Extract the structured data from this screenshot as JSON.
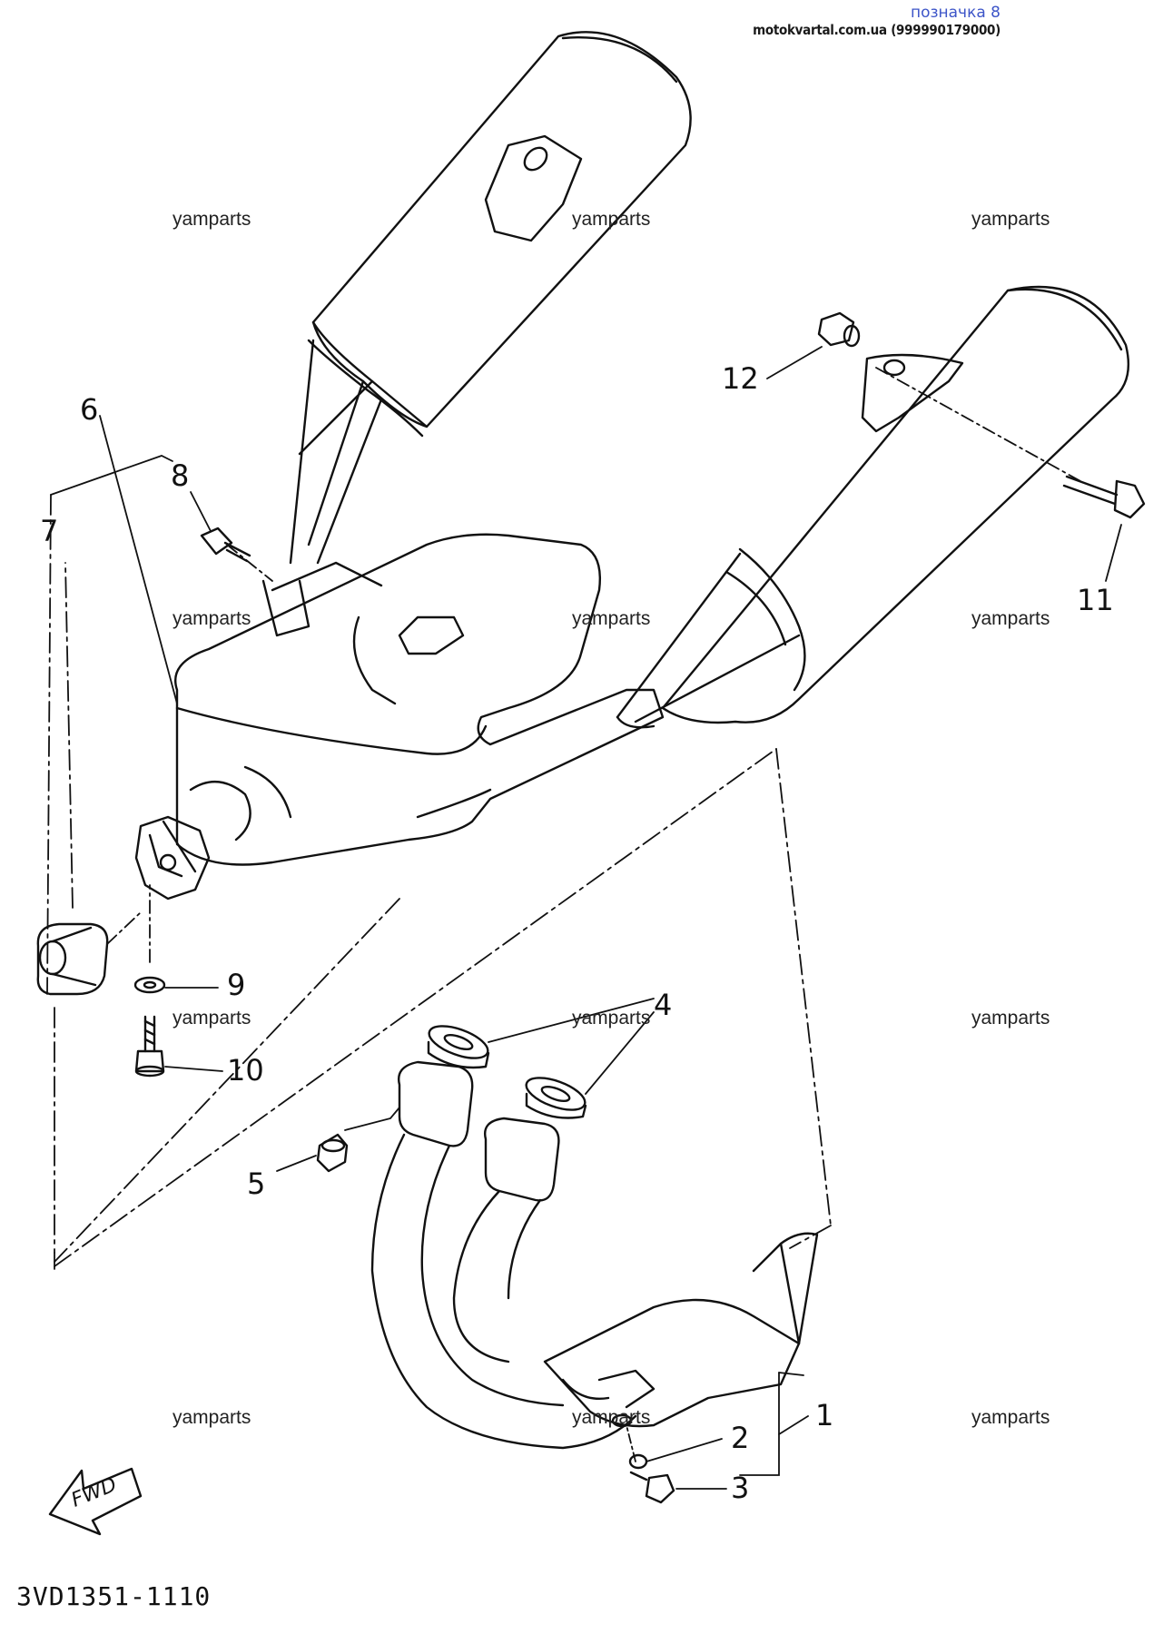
{
  "header": {
    "title": "позначка 8",
    "site": "motokvartal.com.ua (999990179000)"
  },
  "watermarks": [
    "yamparts",
    "yamparts",
    "yamparts",
    "yamparts",
    "yamparts",
    "yamparts",
    "yamparts",
    "yamparts",
    "yamparts",
    "yamparts",
    "yamparts",
    "yamparts"
  ],
  "callouts": {
    "c1": "1",
    "c2": "2",
    "c3": "3",
    "c4": "4",
    "c5": "5",
    "c6": "6",
    "c7": "7",
    "c8": "8",
    "c9": "9",
    "c10": "10",
    "c11": "11",
    "c12": "12"
  },
  "fwd_arrow": "FWD",
  "diagram_code": "3VD1351-1110"
}
